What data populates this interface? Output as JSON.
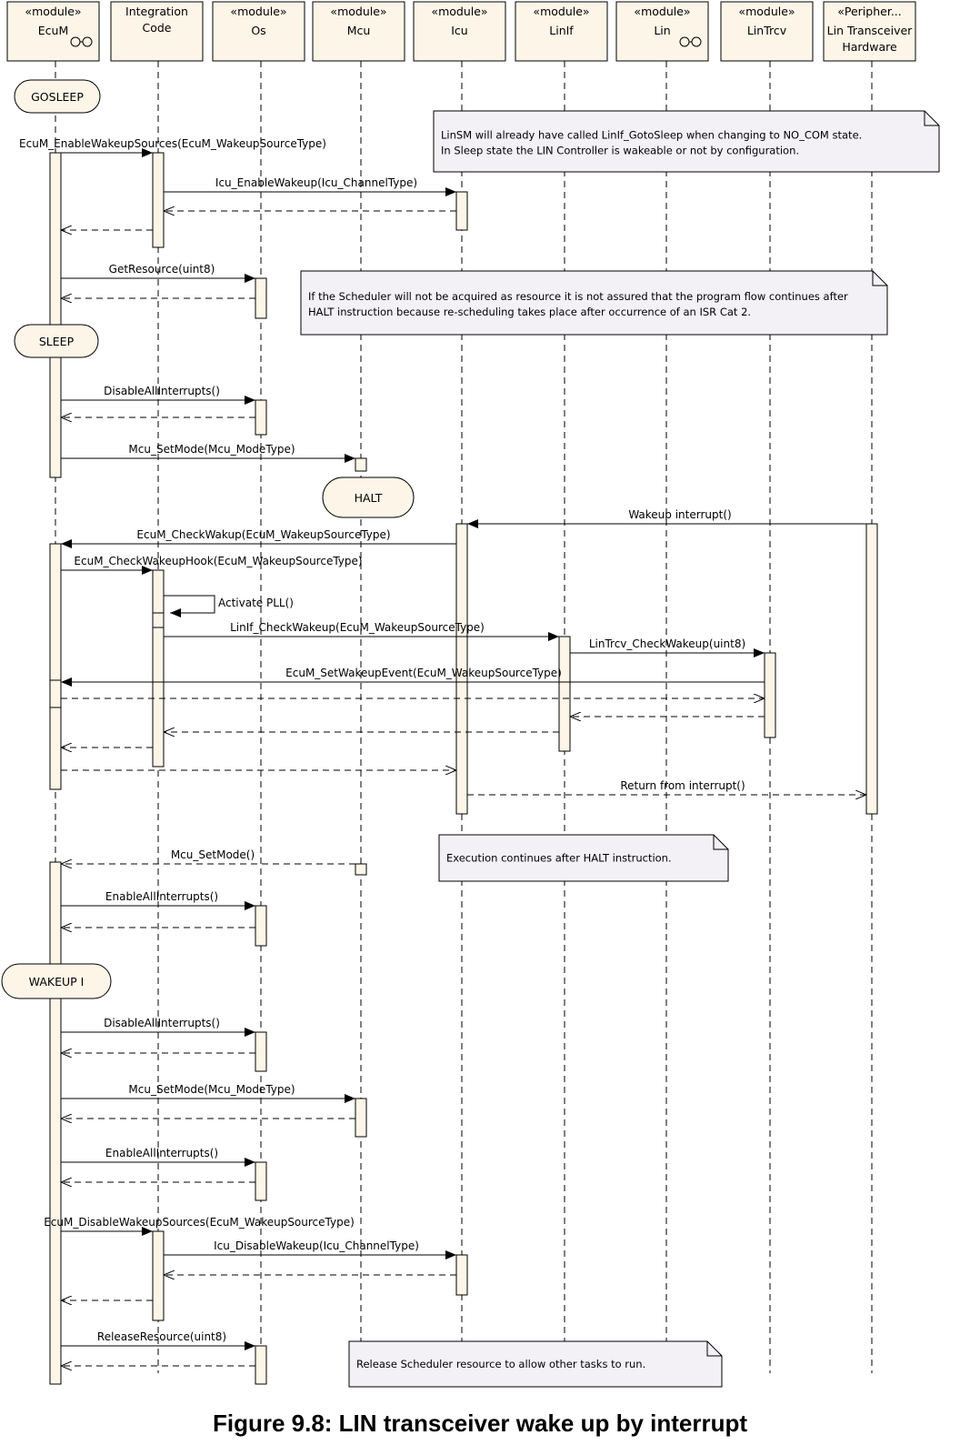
{
  "lifelines": [
    {
      "stereotype": "«module»",
      "name": "EcuM",
      "icon": "component-icon"
    },
    {
      "stereotype": "",
      "name": "Integration Code"
    },
    {
      "stereotype": "«module»",
      "name": "Os"
    },
    {
      "stereotype": "«module»",
      "name": "Mcu"
    },
    {
      "stereotype": "«module»",
      "name": "Icu"
    },
    {
      "stereotype": "«module»",
      "name": "LinIf"
    },
    {
      "stereotype": "«module»",
      "name": "Lin",
      "icon": "component-icon"
    },
    {
      "stereotype": "«module»",
      "name": "LinTrcv"
    },
    {
      "stereotype": "«Peripher...",
      "name": "Lin Transceiver Hardware"
    }
  ],
  "states": [
    "GOSLEEP",
    "SLEEP",
    "HALT",
    "WAKEUP I"
  ],
  "messages": [
    "EcuM_EnableWakeupSources(EcuM_WakeupSourceType)",
    "Icu_EnableWakeup(Icu_ChannelType)",
    "GetResource(uint8)",
    "DisableAllInterrupts()",
    "Mcu_SetMode(Mcu_ModeType)",
    "Wakeup interrupt()",
    "EcuM_CheckWakup(EcuM_WakeupSourceType)",
    "EcuM_CheckWakeupHook(EcuM_WakeupSourceType)",
    "Activate PLL()",
    "LinIf_CheckWakeup(EcuM_WakeupSourceType)",
    "LinTrcv_CheckWakeup(uint8)",
    "EcuM_SetWakeupEvent(EcuM_WakeupSourceType)",
    "Return from interrupt()",
    "Mcu_SetMode()",
    "EnableAllInterrupts()",
    "DisableAllInterrupts()",
    "Mcu_SetMode(Mcu_ModeType)",
    "EnableAllInterrupts()",
    "EcuM_DisableWakeupSources(EcuM_WakeupSourceType)",
    "Icu_DisableWakeup(Icu_ChannelType)",
    "ReleaseResource(uint8)"
  ],
  "notes": [
    [
      "LinSM will already have called LinIf_GotoSleep when changing to NO_COM state.",
      "In Sleep state the LIN Controller is wakeable or not by configuration."
    ],
    [
      "If the Scheduler will not be acquired as resource it is not assured that the program flow continues after",
      "HALT instruction because re-scheduling takes place after occurrence of an ISR Cat 2."
    ],
    [
      "Execution continues after HALT instruction."
    ],
    [
      "Release Scheduler resource to allow other tasks to run."
    ]
  ],
  "caption": "Figure 9.8: LIN transceiver wake up by interrupt"
}
